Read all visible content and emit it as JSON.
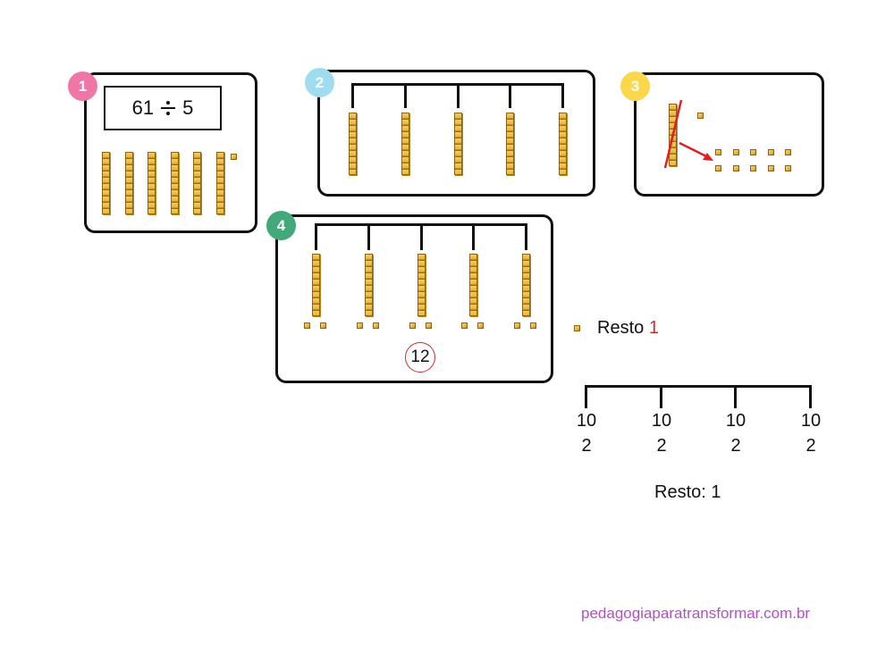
{
  "steps": [
    {
      "number": "1",
      "color": "#f176a8"
    },
    {
      "number": "2",
      "color": "#9fdcef"
    },
    {
      "number": "3",
      "color": "#fbd74e"
    },
    {
      "number": "4",
      "color": "#43a97a"
    }
  ],
  "equation": {
    "dividend": "61",
    "divisor": "5"
  },
  "step1": {
    "rods": 6,
    "cubes": 1
  },
  "step2": {
    "groups": 5
  },
  "step3": {
    "exchanged_cubes": 10,
    "extra_cube": 1
  },
  "step4": {
    "groups": 5,
    "cubes_per_group": 2,
    "quotient": "12"
  },
  "remainder_label": {
    "text": "Resto",
    "value": "1",
    "value_color": "#d62828"
  },
  "tree": {
    "columns": [
      {
        "tens": "10",
        "units": "2"
      },
      {
        "tens": "10",
        "units": "2"
      },
      {
        "tens": "10",
        "units": "2"
      },
      {
        "tens": "10",
        "units": "2"
      }
    ],
    "remainder_text": "Resto: 1"
  },
  "website": "pedagogiaparatransformar.com.br"
}
